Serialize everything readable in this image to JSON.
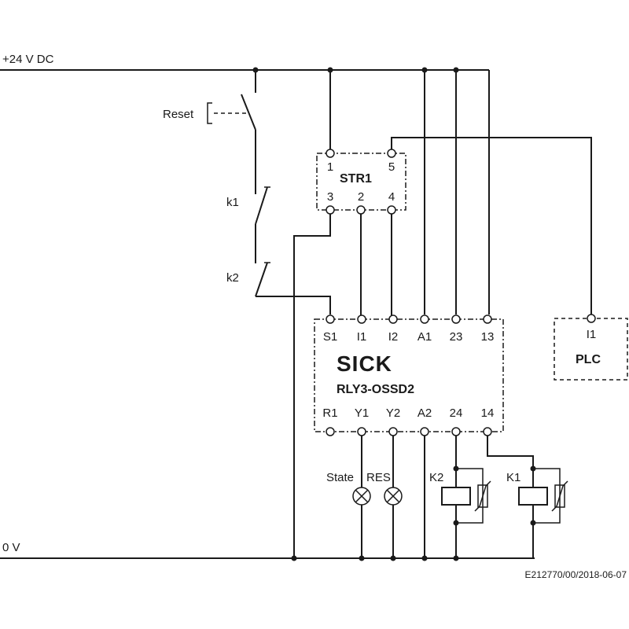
{
  "rails": {
    "top": "+24 V DC",
    "bottom": "0 V"
  },
  "switches": {
    "reset": "Reset",
    "k1": "k1",
    "k2": "k2"
  },
  "str1": {
    "title": "STR1",
    "pins_top": [
      "1",
      "5"
    ],
    "pins_bottom": [
      "3",
      "2",
      "4"
    ]
  },
  "relay": {
    "brand": "SICK",
    "model": "RLY3-OSSD2",
    "pins_top": [
      "S1",
      "I1",
      "I2",
      "A1",
      "23",
      "13"
    ],
    "pins_bottom": [
      "R1",
      "Y1",
      "Y2",
      "A2",
      "24",
      "14"
    ]
  },
  "plc": {
    "title": "PLC",
    "pin": "I1"
  },
  "lamps": {
    "state": "State",
    "res": "RES"
  },
  "coils": {
    "k2": "K2",
    "k1": "K1"
  },
  "footer": {
    "doc_id": "E212770/00/2018-06-07"
  }
}
